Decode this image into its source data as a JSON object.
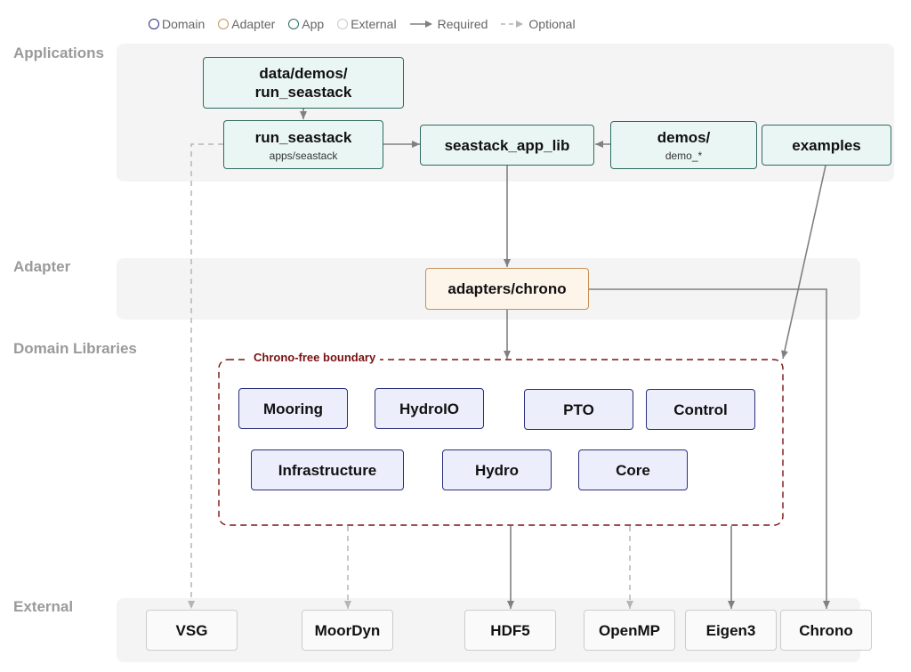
{
  "legend": {
    "domain": "Domain",
    "adapter": "Adapter",
    "app": "App",
    "external": "External",
    "required": "Required",
    "optional": "Optional"
  },
  "bands": {
    "applications": "Applications",
    "adapter": "Adapter",
    "domain": "Domain Libraries",
    "external": "External"
  },
  "nodes": {
    "data_demos_title": "data/demos/\nrun_seastack",
    "run_seastack_title": "run_seastack",
    "run_seastack_sub": "apps/seastack",
    "app_lib_title": "seastack_app_lib",
    "demos_title": "demos/",
    "demos_sub": "demo_*",
    "examples_title": "examples",
    "adapters_chrono_title": "adapters/chrono",
    "mooring": "Mooring",
    "hydroio": "HydroIO",
    "pto": "PTO",
    "control": "Control",
    "infrastructure": "Infrastructure",
    "hydro": "Hydro",
    "core": "Core",
    "vsg": "VSG",
    "moordyn": "MoorDyn",
    "hdf5": "HDF5",
    "openmp": "OpenMP",
    "eigen3": "Eigen3",
    "chrono": "Chrono"
  },
  "boundary": {
    "label": "Chrono-free boundary"
  },
  "colors": {
    "app_border": "#2e6b60",
    "app_fill": "#eaf6f4",
    "adapter_border": "#c4915a",
    "adapter_fill": "#fdf5ea",
    "domain_border": "#2a2f7a",
    "domain_fill": "#eceefb",
    "external_border": "#cccccc",
    "boundary": "#7a1010",
    "required_edge": "#808080",
    "optional_edge": "#b5b5b5"
  }
}
